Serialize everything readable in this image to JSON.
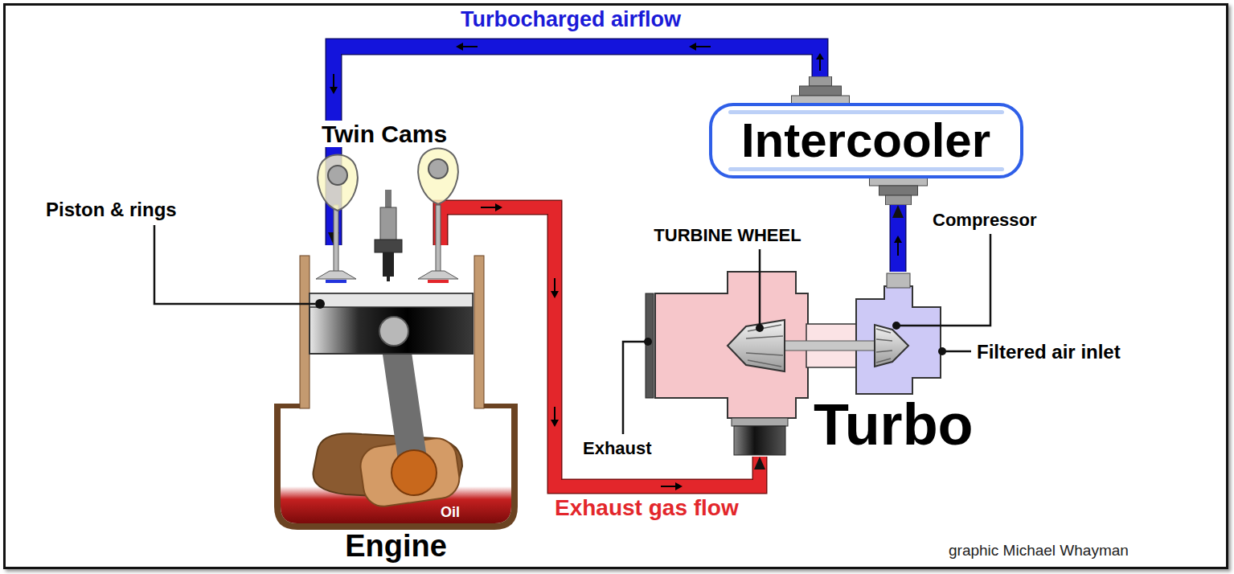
{
  "diagram": {
    "nodes": [
      {
        "text": [
          "Oil",
          "Engine"
        ]
      },
      {
        "text": [
          "Turbo"
        ]
      },
      {
        "text": [
          "Intercooler"
        ]
      }
    ],
    "edges": [
      {
        "from": 0,
        "to": 1,
        "arrow": "to",
        "label": "Exhaust gas flow"
      },
      {
        "from": 1,
        "to": 2,
        "arrow": "to"
      },
      {
        "from": 2,
        "to": 0,
        "arrow": "to",
        "label": "Turbocharged airflow"
      }
    ],
    "labels": [
      "Twin Cams",
      "Piston & rings",
      "TURBINE WHEEL",
      "Compressor",
      "Filtered air inlet",
      "Exhaust",
      "graphic Michael Whayman"
    ]
  }
}
